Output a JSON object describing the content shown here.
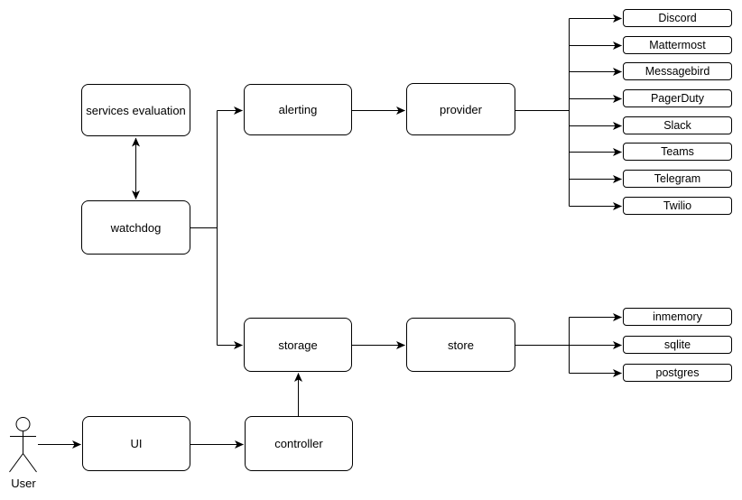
{
  "diagram": {
    "nodes": {
      "services_evaluation": "services evaluation",
      "watchdog": "watchdog",
      "alerting": "alerting",
      "provider": "provider",
      "storage": "storage",
      "store": "store",
      "ui": "UI",
      "controller": "controller"
    },
    "provider_types": [
      "Discord",
      "Mattermost",
      "Messagebird",
      "PagerDuty",
      "Slack",
      "Teams",
      "Telegram",
      "Twilio"
    ],
    "store_types": [
      "inmemory",
      "sqlite",
      "postgres"
    ],
    "actor_label": "User",
    "edges": [
      {
        "from": "services evaluation",
        "to": "watchdog",
        "direction": "bidirectional"
      },
      {
        "from": "watchdog",
        "to": "alerting",
        "direction": "forward"
      },
      {
        "from": "watchdog",
        "to": "storage",
        "direction": "forward"
      },
      {
        "from": "alerting",
        "to": "provider",
        "direction": "forward"
      },
      {
        "from": "provider",
        "to": "Discord",
        "direction": "forward"
      },
      {
        "from": "provider",
        "to": "Mattermost",
        "direction": "forward"
      },
      {
        "from": "provider",
        "to": "Messagebird",
        "direction": "forward"
      },
      {
        "from": "provider",
        "to": "PagerDuty",
        "direction": "forward"
      },
      {
        "from": "provider",
        "to": "Slack",
        "direction": "forward"
      },
      {
        "from": "provider",
        "to": "Teams",
        "direction": "forward"
      },
      {
        "from": "provider",
        "to": "Telegram",
        "direction": "forward"
      },
      {
        "from": "provider",
        "to": "Twilio",
        "direction": "forward"
      },
      {
        "from": "storage",
        "to": "store",
        "direction": "forward"
      },
      {
        "from": "store",
        "to": "inmemory",
        "direction": "forward"
      },
      {
        "from": "store",
        "to": "sqlite",
        "direction": "forward"
      },
      {
        "from": "store",
        "to": "postgres",
        "direction": "forward"
      },
      {
        "from": "User",
        "to": "UI",
        "direction": "forward"
      },
      {
        "from": "UI",
        "to": "controller",
        "direction": "forward"
      },
      {
        "from": "controller",
        "to": "storage",
        "direction": "forward"
      }
    ],
    "colors": {
      "stroke": "#000000",
      "node_fill": "#ffffff",
      "background": "#ffffff"
    }
  }
}
